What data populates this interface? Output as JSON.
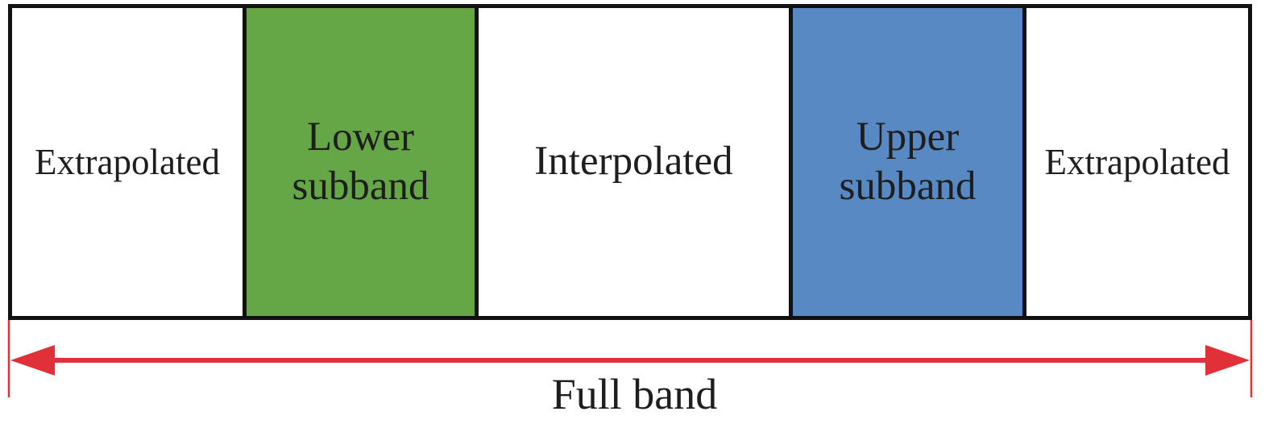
{
  "colors": {
    "lower_subband": "#65a646",
    "upper_subband": "#5889c2",
    "neutral": "#ffffff",
    "arrow": "#e03038",
    "outline": "#111111"
  },
  "bands": [
    {
      "label": "Extrapolated",
      "fill": "#ffffff"
    },
    {
      "label": "Lower\nsubband",
      "fill": "#65a646"
    },
    {
      "label": "Interpolated",
      "fill": "#ffffff"
    },
    {
      "label": "Upper\nsubband",
      "fill": "#5889c2"
    },
    {
      "label": "Extrapolated",
      "fill": "#ffffff"
    }
  ],
  "full_band": {
    "label": "Full band"
  }
}
